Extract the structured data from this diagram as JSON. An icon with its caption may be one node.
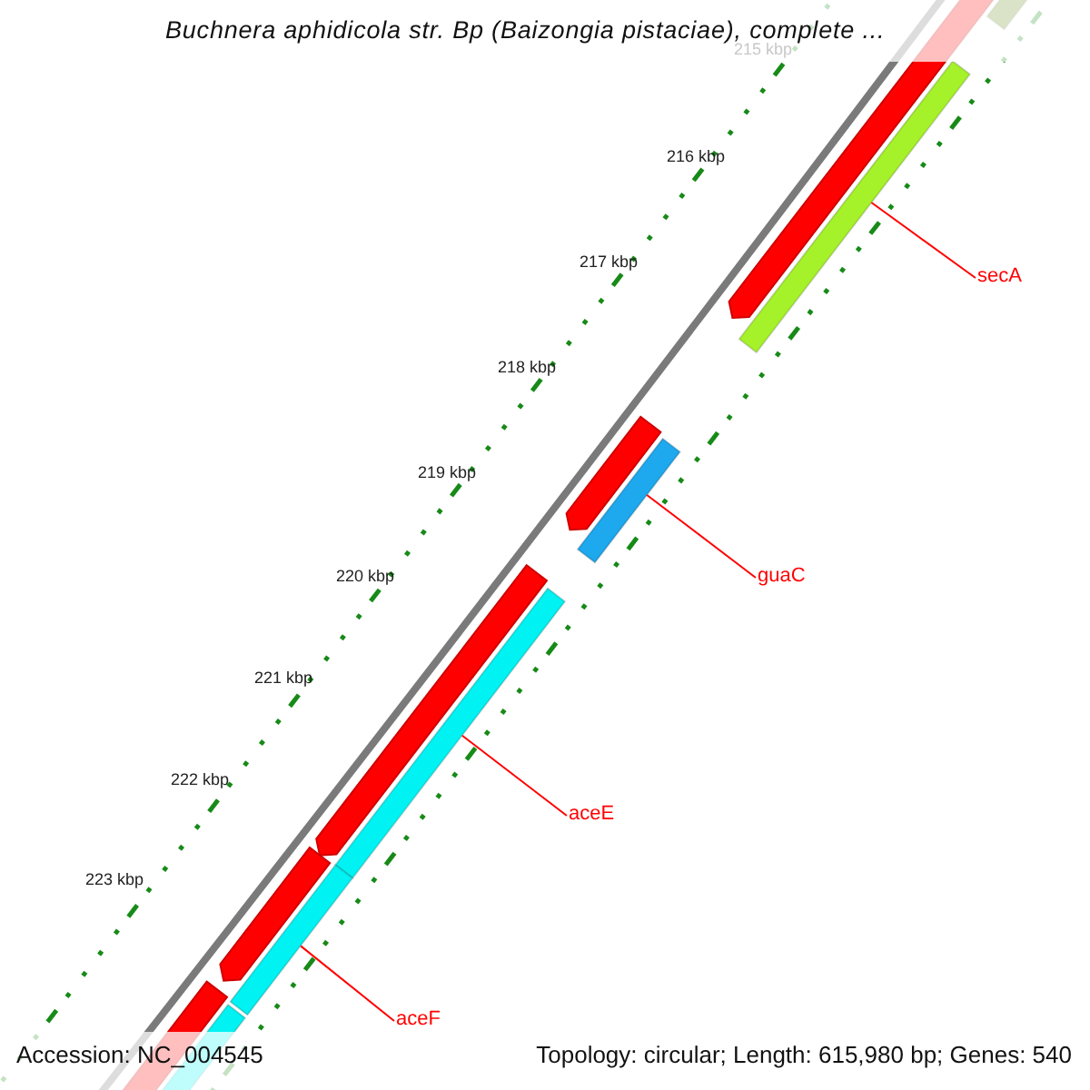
{
  "diagram": {
    "title": "Buchnera aphidicola str. Bp (Baizongia pistaciae), complete ...",
    "nodes": [
      {
        "text": [
          "secA"
        ]
      },
      {
        "text": [],
        "shape": "bar"
      },
      {
        "text": [
          "guaC"
        ]
      },
      {
        "text": [],
        "shape": "bar"
      },
      {
        "text": [
          "aceE"
        ]
      },
      {
        "text": [],
        "shape": "bar"
      },
      {
        "text": [
          "aceF"
        ]
      },
      {
        "text": [],
        "shape": "bar"
      }
    ],
    "edges": [
      {
        "from": 0,
        "to": 1,
        "arrow": "none"
      },
      {
        "from": 2,
        "to": 3,
        "arrow": "none"
      },
      {
        "from": 4,
        "to": 5,
        "arrow": "none"
      },
      {
        "from": 6,
        "to": 7,
        "arrow": "none"
      }
    ],
    "labels": [
      "215 kbp",
      "216 kbp",
      "217 kbp",
      "218 kbp",
      "219 kbp",
      "220 kbp",
      "221 kbp",
      "222 kbp",
      "223 kbp",
      "Accession: NC_004545",
      "Topology: circular; Length: 615,980 bp; Genes: 540"
    ]
  }
}
